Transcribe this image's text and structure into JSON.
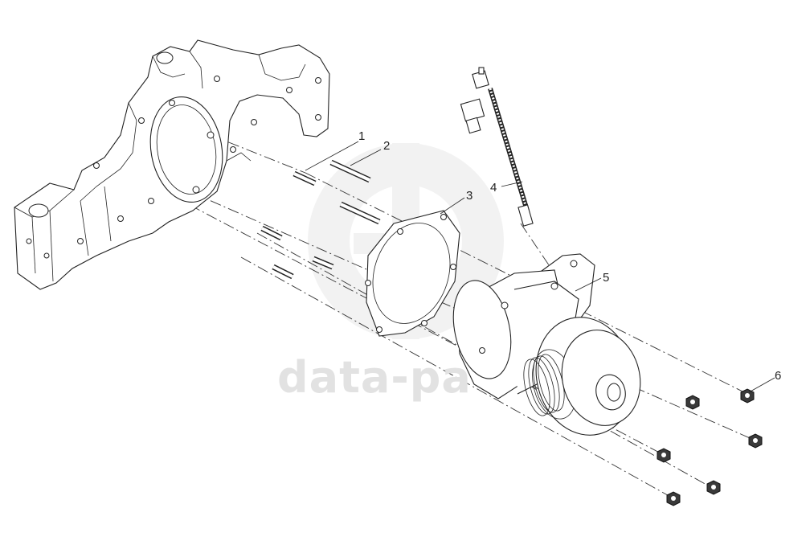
{
  "watermark": {
    "text": "data-pa",
    "color": "#e2e2e2"
  },
  "callouts": [
    {
      "number": "1"
    },
    {
      "number": "2"
    },
    {
      "number": "3"
    },
    {
      "number": "4"
    },
    {
      "number": "5"
    },
    {
      "number": "6"
    }
  ]
}
